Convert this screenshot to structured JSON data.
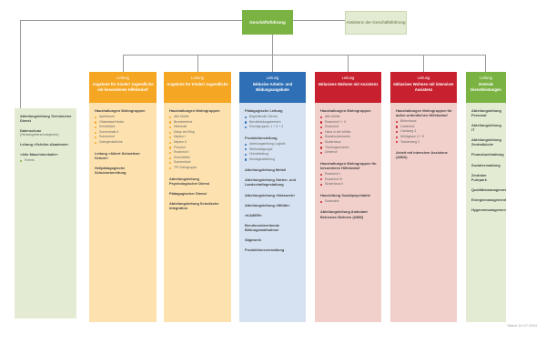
{
  "top": {
    "main": "Geschäftsführung",
    "assist": "Assistenz der Geschäftsführung"
  },
  "colors": {
    "line": "#9a9a9a",
    "green_head": "#7ab342",
    "orange_head": "#f5a623",
    "blue_head": "#2f6fb5",
    "red_head": "#c8202f",
    "left_bg": "#e3ecd3",
    "orange_bg": "#fde2b0",
    "blue_bg": "#d6e2f1",
    "red_bg": "#f1cfca",
    "green_bg": "#e3ecd3"
  },
  "left_box": {
    "groups": [
      {
        "title": "Abteilungsleitung Technischer Dienst",
        "items": []
      },
      {
        "title": "Datenschutz",
        "subtitle": "(Hinweisgeberschutzgesetz)",
        "items": []
      },
      {
        "title": "Leitung »Schüler-Akademie«",
        "items": []
      },
      {
        "title": "»Alte Maschinenhalle«",
        "items": [
          "Events"
        ]
      }
    ]
  },
  "columns": [
    {
      "lead": "Leitung",
      "title": "Angebote für Kinder/ Jugendliche mit besonderem Hilfebedarf",
      "groups": [
        {
          "title": "Haushaltungen Wohngruppen",
          "items": [
            "Apfelbaum",
            "Obstwiese/Hecke",
            "Schöbbäck",
            "Sonnenkalb II",
            "Sonnenhof",
            "Zwergenstübche"
          ]
        },
        {
          "title": "Leitung »Albert Schweitzer Schule«",
          "items": []
        },
        {
          "title": "Heilpädagogische Schulvorbereitung",
          "items": []
        }
      ]
    },
    {
      "lead": "Leitung",
      "title": "Angebote für Kinder/ Jugendliche",
      "groups": [
        {
          "title": "Haushaltungen Wohngruppen",
          "items": [
            "Alte Mühle",
            "Brombeerhof",
            "Hiebmatt",
            "Katzy am Ring",
            "Neptun I",
            "Neptun II",
            "Ponyhof",
            "Rosenhof I",
            "Schloßblick",
            "Sonnenkind",
            "TIP-Kleingruppe"
          ]
        },
        {
          "title": "Abteilungsleitung Psychologischer Dienst",
          "items": []
        },
        {
          "title": "Pädagogischer Dienst",
          "items": []
        },
        {
          "title": "Abteilungsleitung Schulische Integration",
          "items": []
        }
      ]
    },
    {
      "lead": "Leitung",
      "title": "Inklusive Arbeits- und Bildungsangebote",
      "groups": [
        {
          "title": "Pädagogische Leitung",
          "items": [
            "Begleitender Dienst",
            "Berufsbildungsbereich",
            "Einzelgruppen 1 + 3 + 3"
          ]
        },
        {
          "title": "Produktionsleitung",
          "items": [
            "Abteilungsleitung Logistik",
            "Werkstattgruppe",
            "Holzabteilung",
            "Montageabteilung"
          ]
        },
        {
          "title": "Abteilungsleitung Metall",
          "items": []
        },
        {
          "title": "Abteilungsleitung Garten- und Landschaftsgestaltung",
          "items": []
        },
        {
          "title": "Abteilungsleitung »Netzwerk«",
          "items": []
        },
        {
          "title": "Abteilungsleitung »Mildbi«",
          "items": []
        },
        {
          "title": "»KAWER«",
          "items": []
        },
        {
          "title": "Berufsvorbereitende Bildungsmaßnahme",
          "items": []
        },
        {
          "title": "Sägewerk",
          "items": []
        },
        {
          "title": "Produktionsverwaltung",
          "items": []
        }
      ]
    },
    {
      "lead": "Leitung",
      "title": "Inklusives Wohnen mit Assistenz",
      "groups": [
        {
          "title": "Haushaltungen Wohngruppen",
          "items": [
            "Alte Mühle",
            "Rosenhof I + II",
            "Rosenhof",
            "Haus in der Mühle",
            "Klarabuckenwarts",
            "Sickerhaus",
            "Trainingswohnen",
            "Unterhof"
          ]
        },
        {
          "title": "Haushaltungen Wohngruppen für besonderen Hilfebedarf",
          "items": [
            "Rosenhof I",
            "Rosenhof III",
            "Sickerhaus II"
          ]
        },
        {
          "title": "Hausleitung Sozialpsychiatrie",
          "items": [
            "Sudewind"
          ]
        },
        {
          "title": "Abteilungsleitung Ambulant Betreutes Wohnen (ABW)",
          "items": []
        }
      ]
    },
    {
      "lead": "Leitung",
      "title": "Inklusives Wohnen mit intensiver Assistenz",
      "groups": [
        {
          "title": "Haushaltungen Wohngruppen für außer-ordentlichen Hilfebedarf",
          "items": [
            "Birkenhaus",
            "Lindenhof",
            "Gardweg 3",
            "Mühlgasse 4 + 5",
            "Tannenweg 3"
          ]
        },
        {
          "title": "Arbeit mit intensiver Assistenz (AMIA)",
          "items": []
        }
      ]
    },
    {
      "lead": "Leitung",
      "title": "Zentrale Dienstleistungen",
      "groups": [
        {
          "title": "Abteilungsleitung Personal",
          "items": []
        },
        {
          "title": "Abteilungsleitung IT",
          "items": []
        },
        {
          "title": "Abteilungsleitung Zentralküche",
          "items": []
        },
        {
          "title": "Finanzbuchhaltung",
          "items": []
        },
        {
          "title": "Sozialverwaltung",
          "items": []
        },
        {
          "title": "Zentraler Fuhrpark",
          "items": []
        },
        {
          "title": "Qualitätsmanagement",
          "items": []
        },
        {
          "title": "Energiemanagement",
          "items": []
        },
        {
          "title": "Hygienemanagement",
          "items": []
        }
      ]
    }
  ],
  "footer": {
    "stand": "Stand: 01.07.2024"
  }
}
